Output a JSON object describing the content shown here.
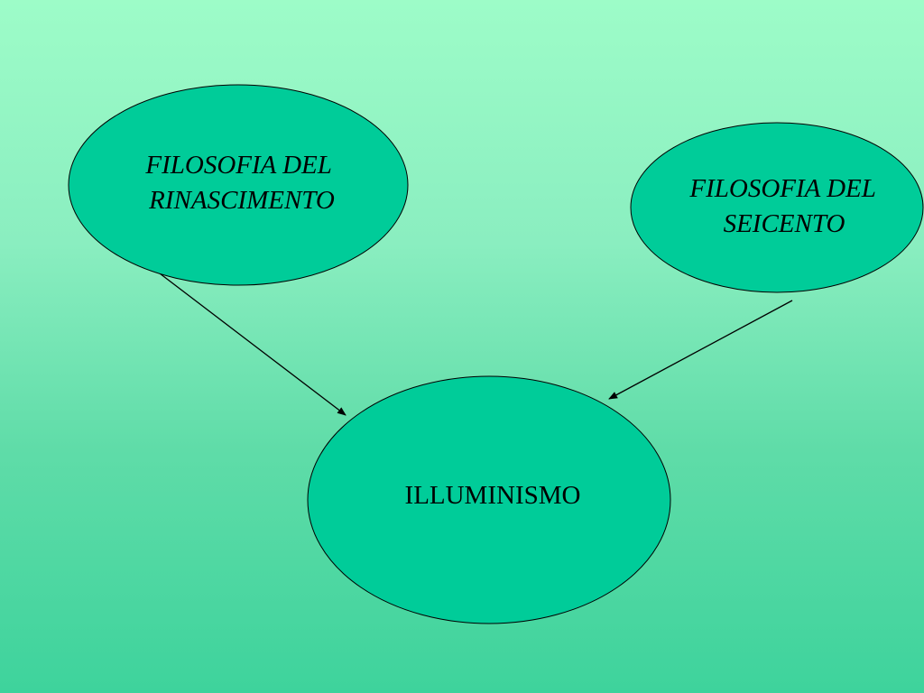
{
  "colors": {
    "background_top": "#9dfcc8",
    "background_bottom": "#3ed39c",
    "node_fill": "#00cc99",
    "stroke": "#000000"
  },
  "nodes": {
    "rinascimento": {
      "line1": "FILOSOFIA DEL",
      "line2": "RINASCIMENTO"
    },
    "seicento": {
      "line1": "FILOSOFIA DEL",
      "line2": "SEICENTO"
    },
    "illuminismo": {
      "label": "ILLUMINISMO"
    }
  }
}
